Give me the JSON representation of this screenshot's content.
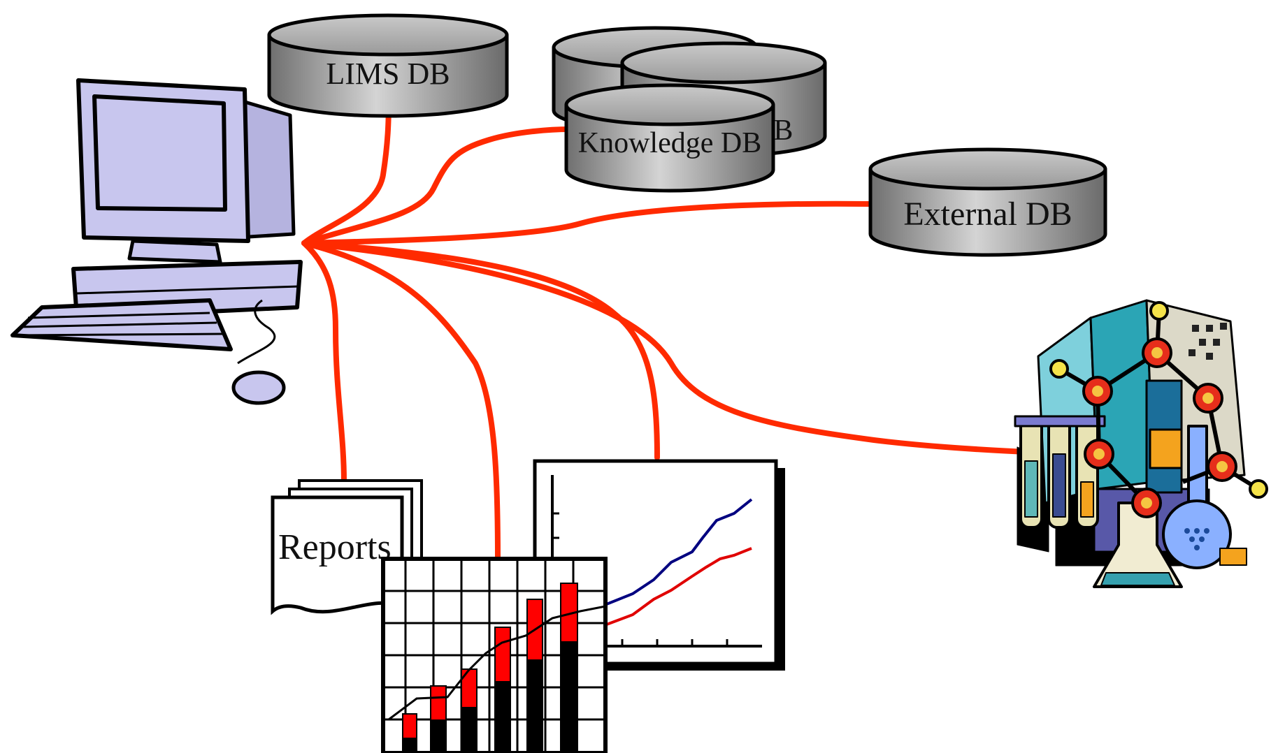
{
  "colors": {
    "connector": "#ff2a00",
    "db_body": "#a9a9a9",
    "computer": "#c8c6ee",
    "bar_red": "#ff0000",
    "bar_black": "#000000",
    "series_blue": "#000080",
    "series_red": "#e00000"
  },
  "databases": {
    "lims": "LIMS DB",
    "back1": "",
    "back2": "KDB",
    "knowledge": "Knowledge DB",
    "external": "External DB"
  },
  "reports": {
    "label": "Reports"
  },
  "icons": {
    "computer": "desktop-computer-icon",
    "lab": "laboratory-equipment-icon"
  }
}
